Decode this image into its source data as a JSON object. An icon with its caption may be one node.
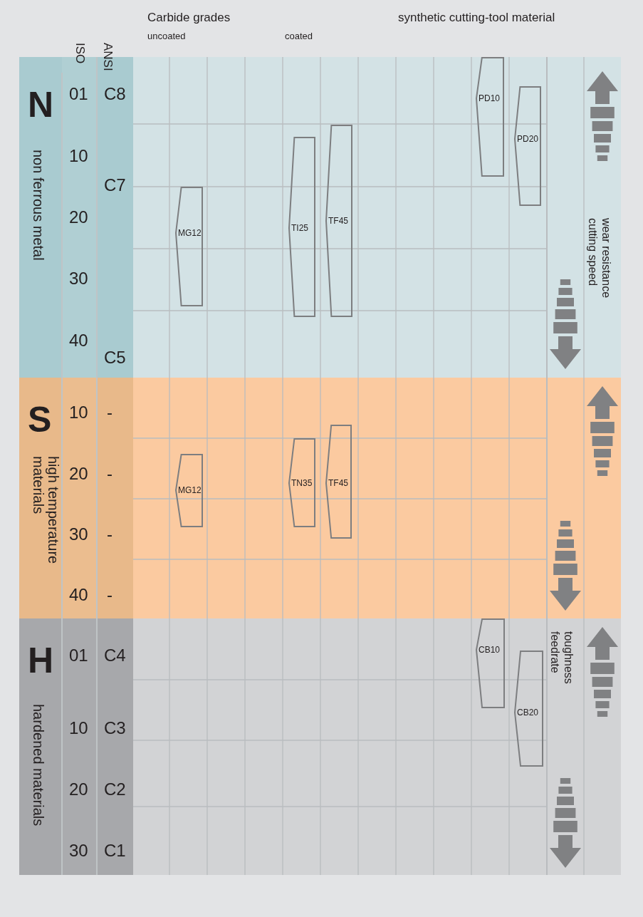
{
  "diagram": {
    "nodes": [
      {
        "text": [
          "N",
          "non ferrous metal"
        ]
      },
      {
        "text": [
          "MG12"
        ],
        "in": 0
      },
      {
        "text": [
          "TI25"
        ],
        "in": 0
      },
      {
        "text": [
          "TF45"
        ],
        "in": 0
      },
      {
        "text": [
          "PD10"
        ],
        "in": 0
      },
      {
        "text": [
          "PD20"
        ],
        "in": 0
      },
      {
        "text": [
          "S",
          "high temperature materials"
        ]
      },
      {
        "text": [
          "MG12"
        ],
        "in": 6
      },
      {
        "text": [
          "TN35"
        ],
        "in": 6
      },
      {
        "text": [
          "TF45"
        ],
        "in": 6
      },
      {
        "text": [
          "H",
          "hardened materials"
        ]
      },
      {
        "text": [
          "CB10"
        ],
        "in": 10
      },
      {
        "text": [
          "CB20"
        ],
        "in": 10
      }
    ],
    "labels": [
      "ISO",
      "ANSI",
      "Carbide grades",
      "synthetic cutting-tool material",
      "uncoated",
      "coated",
      "01",
      "C8",
      "10",
      "C7",
      "20",
      "30",
      "40",
      "C5",
      "10",
      "-",
      "20",
      "-",
      "30",
      "-",
      "40",
      "-",
      "01",
      "C4",
      "10",
      "C3",
      "20",
      "C2",
      "30",
      "C1",
      "cutting speed",
      "wear resistance",
      "feedrate",
      "toughness"
    ]
  }
}
